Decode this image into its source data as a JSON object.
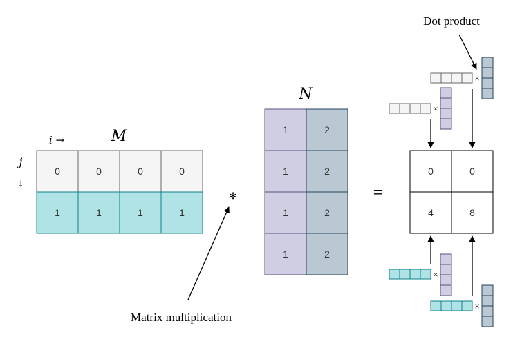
{
  "labels": {
    "dot_product": "Dot product",
    "matrix_multiplication": "Matrix multiplication",
    "M": "M",
    "N": "N",
    "i_arrow": "i →",
    "j": "j",
    "j_arrow": "↓",
    "multiply_op": "*",
    "equals_op": "=",
    "times": "×"
  },
  "matrices": {
    "M": {
      "rows": [
        [
          "0",
          "0",
          "0",
          "0"
        ],
        [
          "1",
          "1",
          "1",
          "1"
        ]
      ]
    },
    "N": {
      "rows": [
        [
          "1",
          "2"
        ],
        [
          "1",
          "2"
        ],
        [
          "1",
          "2"
        ],
        [
          "1",
          "2"
        ]
      ]
    },
    "P": {
      "rows": [
        [
          "0",
          "0"
        ],
        [
          "4",
          "8"
        ]
      ]
    }
  },
  "colors": {
    "gray_fill": "#f5f5f5",
    "gray_stroke": "#666666",
    "teal_fill": "#b0e3e6",
    "teal_stroke": "#0e8088",
    "lavender_fill": "#d0cee2",
    "lavender_stroke": "#56517e",
    "slate_fill": "#bac8d3",
    "slate_stroke": "#23445d",
    "white_fill": "#ffffff",
    "black": "#000000"
  }
}
